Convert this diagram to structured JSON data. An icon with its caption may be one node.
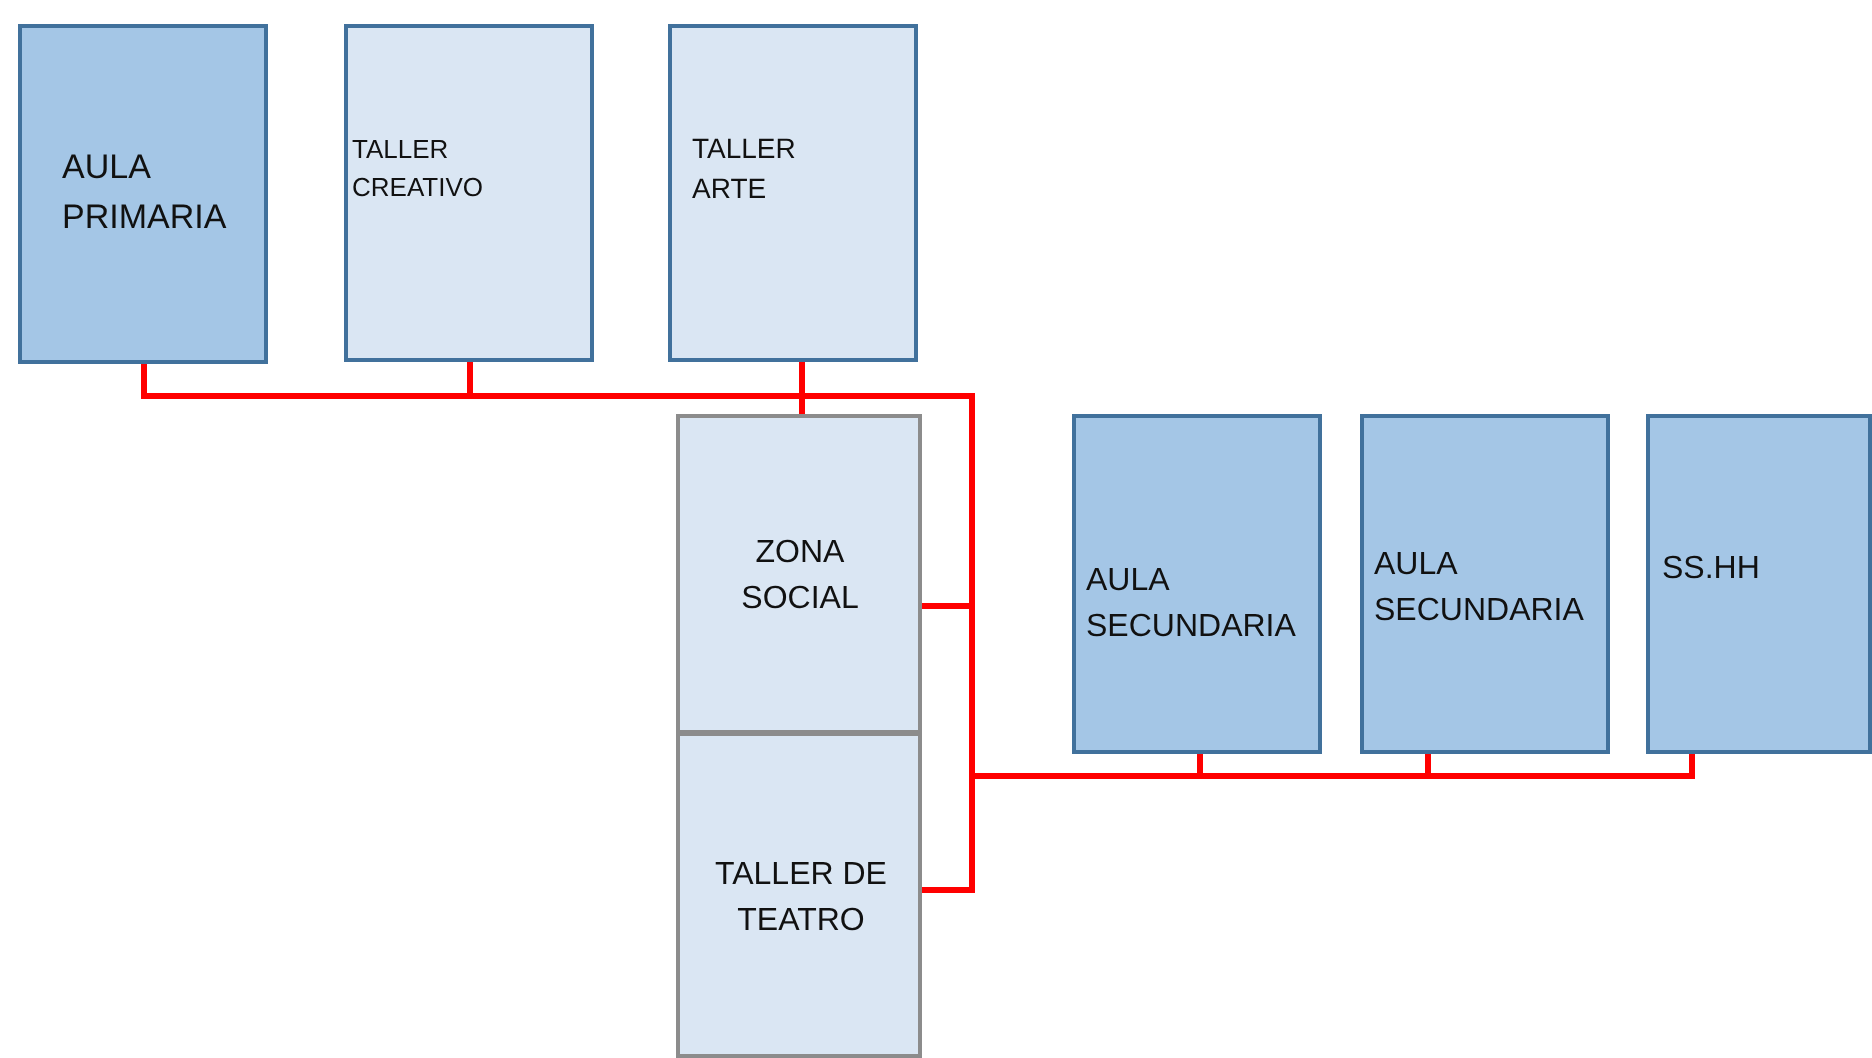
{
  "diagram": {
    "nodes": [
      {
        "text": [
          "AULA PRIMARIA"
        ]
      },
      {
        "text": [
          "TALLER CREATIVO"
        ]
      },
      {
        "text": [
          "TALLER ARTE"
        ]
      },
      {
        "text": [
          "ZONA SOCIAL"
        ]
      },
      {
        "text": [
          "TALLER DE TEATRO"
        ]
      },
      {
        "text": [
          "AULA SECUNDARIA"
        ]
      },
      {
        "text": [
          "AULA SECUNDARIA"
        ]
      },
      {
        "text": [
          "SS.HH"
        ]
      }
    ],
    "edges": [
      {
        "from": 0,
        "to": 1,
        "arrow": "none",
        "color": "#ff0000"
      },
      {
        "from": 1,
        "to": 2,
        "arrow": "none",
        "color": "#ff0000"
      },
      {
        "from": 2,
        "to": 3,
        "arrow": "none",
        "color": "#ff0000"
      },
      {
        "from": 1,
        "to": 3,
        "arrow": "none",
        "color": "#ff0000"
      },
      {
        "from": 3,
        "to": 4,
        "arrow": "none",
        "color": "#ff0000"
      },
      {
        "from": 3,
        "to": 5,
        "arrow": "none",
        "color": "#ff0000"
      },
      {
        "from": 5,
        "to": 6,
        "arrow": "none",
        "color": "#ff0000"
      },
      {
        "from": 6,
        "to": 7,
        "arrow": "none",
        "color": "#ff0000"
      }
    ]
  }
}
